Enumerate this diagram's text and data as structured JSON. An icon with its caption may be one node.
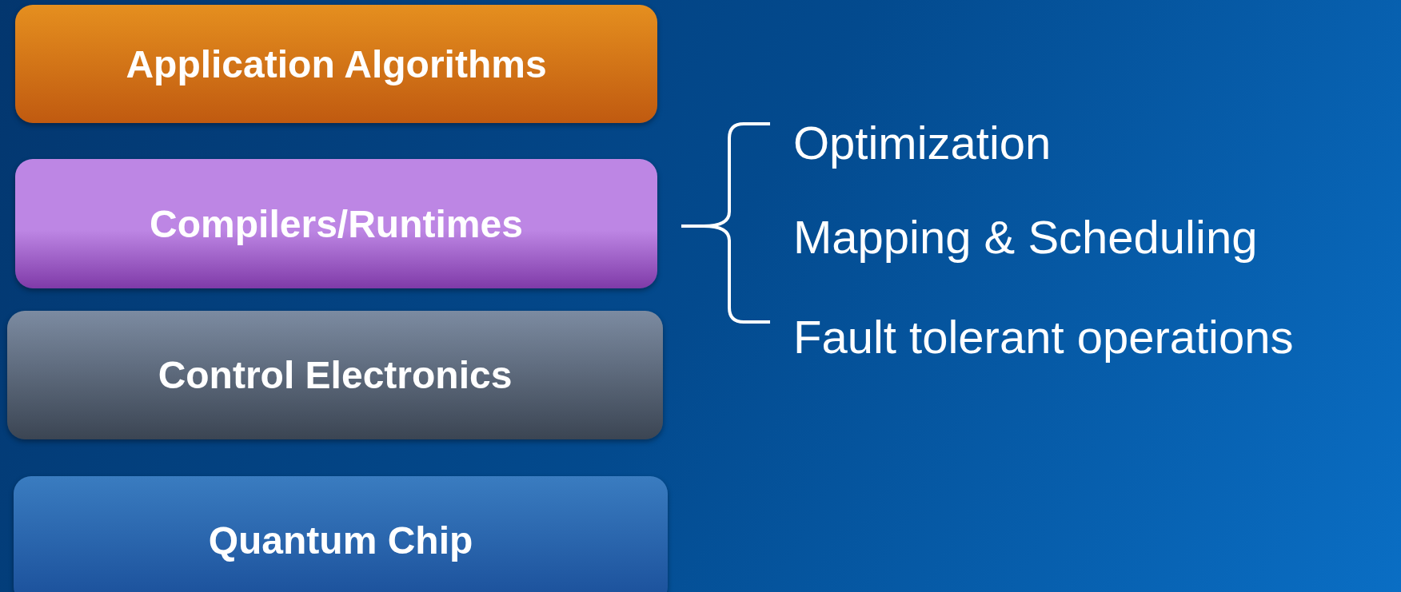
{
  "diagram": {
    "nodes": [
      {
        "text": [
          "Application Algorithms"
        ]
      },
      {
        "text": [
          "Compilers/Runtimes"
        ]
      },
      {
        "text": [
          "Control Electronics"
        ]
      },
      {
        "text": [
          "Quantum Chip"
        ]
      }
    ],
    "labels": [
      "Optimization",
      "Mapping & Scheduling",
      "Fault tolerant operations"
    ]
  }
}
